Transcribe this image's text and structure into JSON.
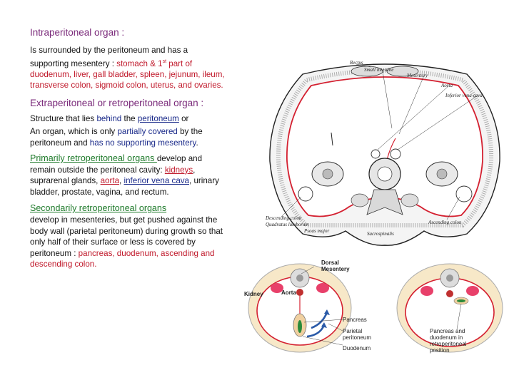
{
  "intra": {
    "heading": "Intraperitoneal organ :",
    "body_plain": "Is surrounded by the peritoneum and has a supporting mesentery : ",
    "body_red_a": "stomach & 1",
    "body_red_sup": "st",
    "body_red_b": " part of duodenum, liver, gall bladder, spleen, jejunum, ileum, transverse colon, sigmoid colon, uterus, and ovaries."
  },
  "extra": {
    "heading": "Extraperitoneal or retroperitoneal organ :",
    "line1_a": "Structure that lies ",
    "line1_b": "behind",
    "line1_c": " the ",
    "line1_d": "peritoneum",
    "line1_e": " or",
    "line2_a": "An organ, which is only ",
    "line2_b": "partially covered",
    "line2_c": " by the peritoneum and ",
    "line2_d": "has no supporting mesentery",
    "line2_e": "."
  },
  "primary": {
    "heading": "Primarily retroperitoneal organs ",
    "body_a": "develop and remain outside the peritoneal cavity: ",
    "org1": "kidneys",
    "sep1": ", suprarenal glands, ",
    "org2": "aorta",
    "sep2": ", ",
    "org3": "inferior vena cava",
    "rest": ", urinary bladder, prostate, vagina, and rectum."
  },
  "secondary": {
    "heading": "Secondarily retroperitoneal organs",
    "body_a": "develop in mesenteries, but get pushed against the body wall (parietal peritoneum) during growth so that only half of their surface or less is covered by peritoneum : ",
    "body_red": "pancreas, duodenum, ascending and descending colon."
  },
  "figure1": {
    "labels": {
      "rectus": "Rectus",
      "small_intestine": "Small intestine",
      "mesentery": "Mesentery",
      "aorta": "Aorta",
      "ivc": "Inferior vena cava",
      "descending_colon": "Descending colon",
      "quadratus": "Quadratus lumborum",
      "psoas": "Psoas major",
      "sacrospinalis": "Sacrospinalis",
      "ascending_colon": "Ascending colon"
    }
  },
  "figure2": {
    "labels": {
      "dorsal_mesentery": "Dorsal\nMesentery",
      "kidney": "Kidney",
      "aorta": "Aorta",
      "pancreas": "Pancreas",
      "parietal_peritoneum": "Parietal\nperitoneum",
      "duodenum": "Duodenum",
      "pancreas_duodenum": "Pancreas and\nduodenum in\nretroperitoneal\nposition"
    }
  },
  "colors": {
    "heading": "#7a2a7a",
    "highlight_red": "#c0182a",
    "highlight_blue": "#1a2a8a",
    "subheading_green": "#1e7a2a",
    "peritoneum_red": "#d42030",
    "kidney_pink": "#e8406a"
  }
}
